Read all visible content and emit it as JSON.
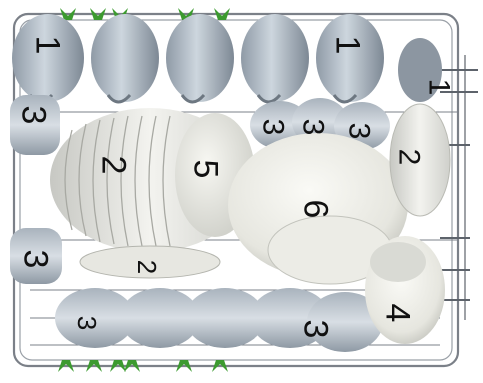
{
  "labels": {
    "cups_1": "1",
    "cups_2": "1",
    "cup_right": "1",
    "glass_tl": "3",
    "glass_ml": "3",
    "glass_bl": "3",
    "glass_t1": "3",
    "glass_t2": "3",
    "glass_t3": "3",
    "glass_b": "3",
    "plates_big": "2",
    "plate_right": "2",
    "plate_bottom": "2",
    "bowl": "5",
    "platter": "6",
    "saucepan": "4"
  }
}
